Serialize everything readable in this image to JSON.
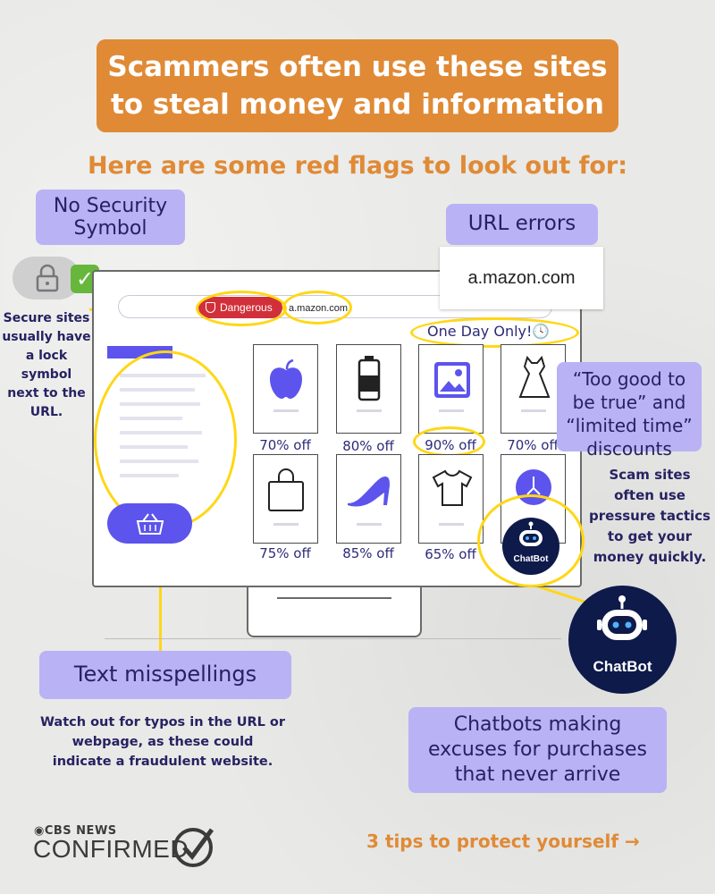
{
  "header": {
    "title_line1": "Scammers often use these sites",
    "title_line2": "to steal money and information",
    "subtitle": "Here are some red flags to look out for:"
  },
  "labels": {
    "no_security_line1": "No Security",
    "no_security_line2": "Symbol",
    "url_errors": "URL errors",
    "too_good_line1": "“Too good to",
    "too_good_line2": "be true”  and",
    "too_good_line3": "“limited time”",
    "too_good_line4": "discounts",
    "text_misspellings": "Text misspellings",
    "chatbots_line1": "Chatbots making",
    "chatbots_line2": "excuses for purchases",
    "chatbots_line3": "that never arrive"
  },
  "notes": {
    "secure_line1": "Secure sites",
    "secure_line2": "usually have",
    "secure_line3": "a lock symbol",
    "secure_line4": "next to the",
    "secure_line5": "URL.",
    "scam_line1": "Scam sites",
    "scam_line2": "often use",
    "scam_line3": "pressure tactics",
    "scam_line4": "to get your",
    "scam_line5": "money quickly.",
    "typos_line1": "Watch out for typos in the URL or",
    "typos_line2": "webpage, as these could",
    "typos_line3": "indicate a fraudulent website."
  },
  "browser": {
    "badge": "Dangerous",
    "url": "a.mazon.com",
    "url_zoom": "a.mazon.com",
    "promo": "One Day Only!🕓"
  },
  "products": [
    {
      "icon": "apple-icon",
      "discount": "70% off"
    },
    {
      "icon": "battery-icon",
      "discount": "80% off"
    },
    {
      "icon": "image-icon",
      "discount": "90% off"
    },
    {
      "icon": "dress-icon",
      "discount": "70% off"
    },
    {
      "icon": "handbag-icon",
      "discount": "75% off"
    },
    {
      "icon": "high-heel-icon",
      "discount": "85% off"
    },
    {
      "icon": "tshirt-icon",
      "discount": "65% off"
    },
    {
      "icon": "clock-icon",
      "discount": ""
    }
  ],
  "chatbot": {
    "label": "ChatBot"
  },
  "footer": {
    "logo_top": "CBS NEWS",
    "logo_main": "CONFIRMED",
    "tips": "3 tips to protect yourself →"
  },
  "colors": {
    "orange": "#e08a36",
    "purple_label": "#b9b2f5",
    "accent_blue": "#5c54ec",
    "highlight_yellow": "#ffd715",
    "danger_red": "#d1303a",
    "chatbot_navy": "#0d1a4a"
  }
}
